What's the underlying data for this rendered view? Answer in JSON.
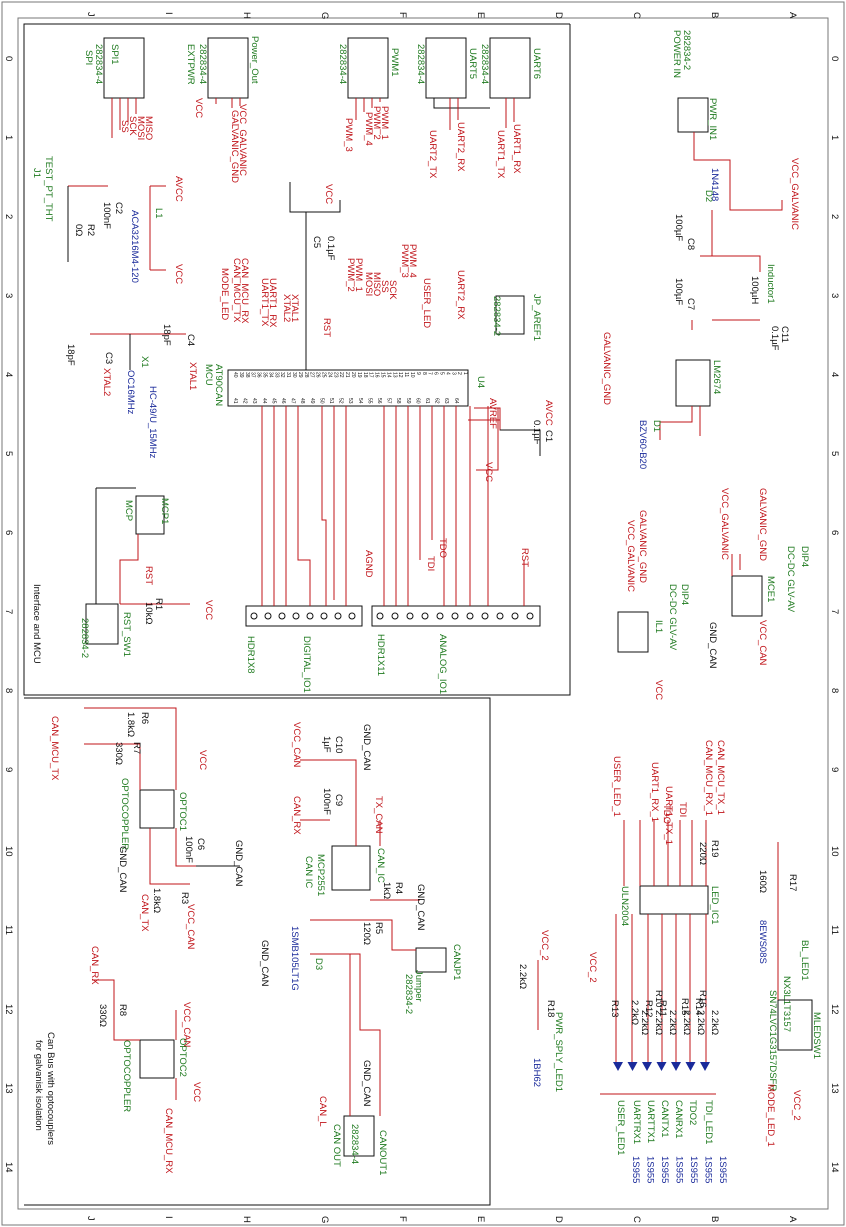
{
  "grid": {
    "cols": [
      "J",
      "I",
      "H",
      "G",
      "F",
      "E",
      "D",
      "C",
      "B",
      "A"
    ],
    "rows": [
      "0",
      "1",
      "2",
      "3",
      "4",
      "5",
      "6",
      "7",
      "8",
      "9",
      "10",
      "11",
      "12",
      "13",
      "14"
    ]
  },
  "sections": {
    "mcu": "Interface and MCU",
    "can_line1": "Can Bus with optocouplers",
    "can_line2": "for galvanisk isolation"
  },
  "labels": [
    {
      "id": "spi1",
      "text": "SPI1",
      "c": "grn"
    },
    {
      "id": "spi1p",
      "text": "282834-4",
      "c": "grn"
    },
    {
      "id": "spi1t",
      "text": "SPI",
      "c": "grn"
    },
    {
      "id": "miso",
      "text": "MISO",
      "c": "red"
    },
    {
      "id": "mosi",
      "text": "MOSI",
      "c": "red"
    },
    {
      "id": "sck",
      "text": "SCK",
      "c": "red"
    },
    {
      "id": "ss",
      "text": "SS",
      "c": "red"
    },
    {
      "id": "pout",
      "text": "Power_Out",
      "c": "grn"
    },
    {
      "id": "extp",
      "text": "282834-4",
      "c": "grn"
    },
    {
      "id": "extpw",
      "text": "EXTPWR",
      "c": "grn"
    },
    {
      "id": "vccx",
      "text": "VCC",
      "c": "red"
    },
    {
      "id": "vccg",
      "text": "VCC_GALVANIC",
      "c": "red"
    },
    {
      "id": "gndg",
      "text": "GALVANIC_GND",
      "c": "red"
    },
    {
      "id": "pwm1",
      "text": "PWM1",
      "c": "grn"
    },
    {
      "id": "pwmp",
      "text": "282834-4",
      "c": "grn"
    },
    {
      "id": "p1",
      "text": "PWM_1",
      "c": "red"
    },
    {
      "id": "p2",
      "text": "PWM_2",
      "c": "red"
    },
    {
      "id": "p4",
      "text": "PWM_4",
      "c": "red"
    },
    {
      "id": "p3",
      "text": "PWM_3",
      "c": "red"
    },
    {
      "id": "u5",
      "text": "UART5",
      "c": "grn"
    },
    {
      "id": "u5p",
      "text": "282834-4",
      "c": "grn"
    },
    {
      "id": "u2rx",
      "text": "UART2_RX",
      "c": "red"
    },
    {
      "id": "u2tx",
      "text": "UART2_TX",
      "c": "red"
    },
    {
      "id": "u6",
      "text": "UART6",
      "c": "grn"
    },
    {
      "id": "u6p",
      "text": "282834-4",
      "c": "grn"
    },
    {
      "id": "u1rx",
      "text": "UART1_RX",
      "c": "red"
    },
    {
      "id": "u1tx",
      "text": "UART1_TX",
      "c": "red"
    },
    {
      "id": "pin",
      "text": "282834-2",
      "c": "grn"
    },
    {
      "id": "pin2",
      "text": "POWER IN",
      "c": "grn"
    },
    {
      "id": "pwr1",
      "text": "PWR_IN1",
      "c": "grn"
    },
    {
      "id": "d2",
      "text": "D2",
      "c": "grn"
    },
    {
      "id": "d2v",
      "text": "1N4148",
      "c": "blu"
    },
    {
      "id": "c8",
      "text": "C8",
      "c": "blk"
    },
    {
      "id": "c8v",
      "text": "100µF",
      "c": "blk"
    },
    {
      "id": "c7",
      "text": "C7",
      "c": "blk"
    },
    {
      "id": "c7v",
      "text": "100µF",
      "c": "blk"
    },
    {
      "id": "ind",
      "text": "Inductor1",
      "c": "grn"
    },
    {
      "id": "indv",
      "text": "100µH",
      "c": "blk"
    },
    {
      "id": "c11",
      "text": "C11",
      "c": "blk"
    },
    {
      "id": "c11v",
      "text": "0.1µF",
      "c": "blk"
    },
    {
      "id": "vg2",
      "text": "VCC_GALVANIC",
      "c": "red"
    },
    {
      "id": "ggnd",
      "text": "GALVANIC_GND",
      "c": "red"
    },
    {
      "id": "lm",
      "text": "LM2674",
      "c": "grn"
    },
    {
      "id": "d1",
      "text": "D1",
      "c": "grn"
    },
    {
      "id": "d1v",
      "text": "BZV60-B20",
      "c": "blu"
    },
    {
      "id": "j1",
      "text": "J1",
      "c": "grn"
    },
    {
      "id": "tp",
      "text": "TEST_PT_THT",
      "c": "grn"
    },
    {
      "id": "c2",
      "text": "C2",
      "c": "blk"
    },
    {
      "id": "c2v",
      "text": "100nF",
      "c": "blk"
    },
    {
      "id": "avcc",
      "text": "AVCC",
      "c": "red"
    },
    {
      "id": "r2",
      "text": "R2",
      "c": "blk"
    },
    {
      "id": "r2v",
      "text": "0Ω",
      "c": "blk"
    },
    {
      "id": "l1",
      "text": "L1",
      "c": "grn"
    },
    {
      "id": "l1v",
      "text": "ACA3216M4-120",
      "c": "blu"
    },
    {
      "id": "vcc2",
      "text": "VCC",
      "c": "red"
    },
    {
      "id": "c5",
      "text": "C5",
      "c": "blk"
    },
    {
      "id": "c5v",
      "text": "0.1µF",
      "c": "blk"
    },
    {
      "id": "vcc3",
      "text": "VCC",
      "c": "red"
    },
    {
      "id": "c3",
      "text": "C3",
      "c": "blk"
    },
    {
      "id": "c3v",
      "text": "18pF",
      "c": "blk"
    },
    {
      "id": "x1",
      "text": "X1",
      "c": "grn"
    },
    {
      "id": "x1v",
      "text": "HC-49/U_15MHz",
      "c": "blu"
    },
    {
      "id": "x1o",
      "text": "OC16MHz",
      "c": "blu"
    },
    {
      "id": "c4",
      "text": "C4",
      "c": "blk"
    },
    {
      "id": "c4v",
      "text": "18pF",
      "c": "blk"
    },
    {
      "id": "xt1",
      "text": "XTAL1",
      "c": "red"
    },
    {
      "id": "xt2",
      "text": "XTAL2",
      "c": "red"
    },
    {
      "id": "mled",
      "text": "MODE_LED",
      "c": "red"
    },
    {
      "id": "cmt",
      "text": "CAN_MCU_TX",
      "c": "red"
    },
    {
      "id": "cmr",
      "text": "CAN_MCU_RX",
      "c": "red"
    },
    {
      "id": "u1r",
      "text": "UART1_RX",
      "c": "red"
    },
    {
      "id": "u1t",
      "text": "UART1_TX",
      "c": "red"
    },
    {
      "id": "x2",
      "text": "XTAL2",
      "c": "red"
    },
    {
      "id": "x1b",
      "text": "XTAL1",
      "c": "red"
    },
    {
      "id": "rst",
      "text": "RST",
      "c": "red"
    },
    {
      "id": "pw1",
      "text": "PWM_1",
      "c": "red"
    },
    {
      "id": "pw2",
      "text": "PWM_2",
      "c": "red"
    },
    {
      "id": "mosi2",
      "text": "MOSI",
      "c": "red"
    },
    {
      "id": "miso2",
      "text": "MISO",
      "c": "red"
    },
    {
      "id": "ss2",
      "text": "SS",
      "c": "red"
    },
    {
      "id": "sck2",
      "text": "SCK",
      "c": "red"
    },
    {
      "id": "pw3",
      "text": "PWM_3",
      "c": "red"
    },
    {
      "id": "pw4",
      "text": "PWM_4",
      "c": "red"
    },
    {
      "id": "uled",
      "text": "USER_LED",
      "c": "red"
    },
    {
      "id": "u2r",
      "text": "UART2_RX",
      "c": "red"
    },
    {
      "id": "mcu",
      "text": "AT90CAN",
      "c": "grn"
    },
    {
      "id": "mcu2",
      "text": "MCU",
      "c": "grn"
    },
    {
      "id": "u4",
      "text": "U4",
      "c": "grn"
    },
    {
      "id": "jpa",
      "text": "JP_AREF1",
      "c": "grn"
    },
    {
      "id": "jpap",
      "text": "282834-2",
      "c": "grn"
    },
    {
      "id": "aref",
      "text": "AVREF",
      "c": "red"
    },
    {
      "id": "avcc2",
      "text": "AVCC",
      "c": "red"
    },
    {
      "id": "c1",
      "text": "C1",
      "c": "blk"
    },
    {
      "id": "c1v",
      "text": "0.1µF",
      "c": "blk"
    },
    {
      "id": "vcc4",
      "text": "VCC",
      "c": "red"
    },
    {
      "id": "mcp",
      "text": "MCP1",
      "c": "grn"
    },
    {
      "id": "mcpt",
      "text": "MCP",
      "c": "grn"
    },
    {
      "id": "rst2",
      "text": "RST",
      "c": "red"
    },
    {
      "id": "r1",
      "text": "R1",
      "c": "blk"
    },
    {
      "id": "r1v",
      "text": "10kΩ",
      "c": "blk"
    },
    {
      "id": "vcc5",
      "text": "VCC",
      "c": "red"
    },
    {
      "id": "rsw",
      "text": "RST_SW1",
      "c": "grn"
    },
    {
      "id": "rswp",
      "text": "282834-2",
      "c": "grn"
    },
    {
      "id": "tdo",
      "text": "TDO",
      "c": "red"
    },
    {
      "id": "tdi",
      "text": "TDI",
      "c": "red"
    },
    {
      "id": "agnd",
      "text": "AGND",
      "c": "red"
    },
    {
      "id": "rst3",
      "text": "RST",
      "c": "red"
    },
    {
      "id": "dig",
      "text": "DIGITAL_IO1",
      "c": "grn"
    },
    {
      "id": "digh",
      "text": "HDR1X8",
      "c": "grn"
    },
    {
      "id": "ana",
      "text": "ANALOG_IO1",
      "c": "grn"
    },
    {
      "id": "anah",
      "text": "HDR1X11",
      "c": "grn"
    },
    {
      "id": "dip4",
      "text": "DIP4",
      "c": "grn"
    },
    {
      "id": "dcdc",
      "text": "DC-DC GLV-AV",
      "c": "grn"
    },
    {
      "id": "mce",
      "text": "MCE1",
      "c": "grn"
    },
    {
      "id": "vgal",
      "text": "VCC_GALVANIC",
      "c": "red"
    },
    {
      "id": "ggnd2",
      "text": "GALVANIC_GND",
      "c": "red"
    },
    {
      "id": "gcan",
      "text": "GND_CAN",
      "c": "blk"
    },
    {
      "id": "vcan",
      "text": "VCC_CAN",
      "c": "red"
    },
    {
      "id": "dip4b",
      "text": "DIP4",
      "c": "grn"
    },
    {
      "id": "dcdcb",
      "text": "DC-DC GLV-AV",
      "c": "grn"
    },
    {
      "id": "il1",
      "text": "IL1",
      "c": "grn"
    },
    {
      "id": "ggnd3",
      "text": "GALVANIC_GND",
      "c": "red"
    },
    {
      "id": "vgal3",
      "text": "VCC_GALVANIC",
      "c": "red"
    },
    {
      "id": "vcc6",
      "text": "VCC",
      "c": "red"
    },
    {
      "id": "r6",
      "text": "R6",
      "c": "blk"
    },
    {
      "id": "r6v",
      "text": "1.8kΩ",
      "c": "blk"
    },
    {
      "id": "r7",
      "text": "R7",
      "c": "blk"
    },
    {
      "id": "r7v",
      "text": "330Ω",
      "c": "blk"
    },
    {
      "id": "cmtx",
      "text": "CAN_MCU_TX",
      "c": "red"
    },
    {
      "id": "vcc7",
      "text": "VCC",
      "c": "red"
    },
    {
      "id": "opt1",
      "text": "OPTOC1",
      "c": "grn"
    },
    {
      "id": "optc",
      "text": "OPTOCOPPLER",
      "c": "grn"
    },
    {
      "id": "c6",
      "text": "C6",
      "c": "blk"
    },
    {
      "id": "c6v",
      "text": "100nF",
      "c": "blk"
    },
    {
      "id": "gcan2",
      "text": "GND_CAN",
      "c": "blk"
    },
    {
      "id": "gcan3",
      "text": "GND_CAN",
      "c": "blk"
    },
    {
      "id": "r3",
      "text": "R3",
      "c": "blk"
    },
    {
      "id": "r3v",
      "text": "1.8kΩ",
      "c": "blk"
    },
    {
      "id": "cantx",
      "text": "CAN_TX",
      "c": "red"
    },
    {
      "id": "vcan2",
      "text": "VCC_CAN",
      "c": "red"
    },
    {
      "id": "vcan3",
      "text": "VCC_CAN",
      "c": "red"
    },
    {
      "id": "c10",
      "text": "C10",
      "c": "blk"
    },
    {
      "id": "c10v",
      "text": "1µF",
      "c": "blk"
    },
    {
      "id": "gcan4",
      "text": "GND_CAN",
      "c": "blk"
    },
    {
      "id": "c9",
      "text": "C9",
      "c": "blk"
    },
    {
      "id": "c9v",
      "text": "100nF",
      "c": "blk"
    },
    {
      "id": "canrx",
      "text": "CAN_RX",
      "c": "red"
    },
    {
      "id": "txcan",
      "text": "TX_CAN",
      "c": "red"
    },
    {
      "id": "mcp2",
      "text": "MCP2551",
      "c": "grn"
    },
    {
      "id": "canic",
      "text": "CAN IC",
      "c": "grn"
    },
    {
      "id": "canic1",
      "text": "CAN_IC",
      "c": "grn"
    },
    {
      "id": "r4",
      "text": "R4",
      "c": "blk"
    },
    {
      "id": "r4v",
      "text": "1kΩ",
      "c": "blk"
    },
    {
      "id": "gcan5",
      "text": "GND_CAN",
      "c": "blk"
    },
    {
      "id": "r5",
      "text": "R5",
      "c": "blk"
    },
    {
      "id": "r5v",
      "text": "120Ω",
      "c": "blk"
    },
    {
      "id": "d3",
      "text": "D3",
      "c": "grn"
    },
    {
      "id": "d3v",
      "text": "1SMB105LT1G",
      "c": "blu"
    },
    {
      "id": "gcan6",
      "text": "GND_CAN",
      "c": "blk"
    },
    {
      "id": "canjp",
      "text": "CANJP1",
      "c": "grn"
    },
    {
      "id": "canjpp",
      "text": "282834-2",
      "c": "grn"
    },
    {
      "id": "jump",
      "text": "Jumper",
      "c": "grn"
    },
    {
      "id": "canrx2",
      "text": "CAN_RX",
      "c": "red"
    },
    {
      "id": "r8",
      "text": "R8",
      "c": "blk"
    },
    {
      "id": "r8v",
      "text": "330Ω",
      "c": "blk"
    },
    {
      "id": "vcan4",
      "text": "VCC_CAN",
      "c": "red"
    },
    {
      "id": "opt2",
      "text": "OPTOC2",
      "c": "grn"
    },
    {
      "id": "optc2",
      "text": "OPTOCOPPLER",
      "c": "grn"
    },
    {
      "id": "vcc8",
      "text": "VCC",
      "c": "red"
    },
    {
      "id": "cmrx",
      "text": "CAN_MCU_RX",
      "c": "red"
    },
    {
      "id": "gcan7",
      "text": "GND_CAN",
      "c": "blk"
    },
    {
      "id": "canl",
      "text": "CAN_L",
      "c": "red"
    },
    {
      "id": "canout",
      "text": "CANOUT1",
      "c": "grn"
    },
    {
      "id": "canoutp",
      "text": "282834-4",
      "c": "grn"
    },
    {
      "id": "canout2",
      "text": "CAN OUT",
      "c": "grn"
    },
    {
      "id": "vc2",
      "text": "VCC_2",
      "c": "red"
    },
    {
      "id": "r18",
      "text": "R18",
      "c": "blk"
    },
    {
      "id": "r18v",
      "text": "2.2kΩ",
      "c": "blk"
    },
    {
      "id": "psl",
      "text": "PWR_SPLY_LED1",
      "c": "grn"
    },
    {
      "id": "psv",
      "text": "1BH62",
      "c": "blu"
    },
    {
      "id": "vc2b",
      "text": "VCC_2",
      "c": "red"
    },
    {
      "id": "ul",
      "text": "ULN2004",
      "c": "grn"
    },
    {
      "id": "ledic",
      "text": "LED_IC1",
      "c": "grn"
    },
    {
      "id": "ul1",
      "text": "USER_LED_1",
      "c": "red"
    },
    {
      "id": "u1rx1",
      "text": "UART1_RX_1",
      "c": "red"
    },
    {
      "id": "u1tx1",
      "text": "UART1_TX_1",
      "c": "red"
    },
    {
      "id": "tdi2",
      "text": "TDI",
      "c": "red"
    },
    {
      "id": "tdo2",
      "text": "TDO",
      "c": "red"
    },
    {
      "id": "cmrx1",
      "text": "CAN_MCU_RX_1",
      "c": "red"
    },
    {
      "id": "cmtx1",
      "text": "CAN_MCU_TX_1",
      "c": "red"
    },
    {
      "id": "r19",
      "text": "R19",
      "c": "blk"
    },
    {
      "id": "r19v",
      "text": "220Ω",
      "c": "blk"
    },
    {
      "id": "r13",
      "text": "R13",
      "c": "blk"
    },
    {
      "id": "r13v",
      "text": "2.2kΩ",
      "c": "blk"
    },
    {
      "id": "r12",
      "text": "R12",
      "c": "blk"
    },
    {
      "id": "r12v",
      "text": "2.2kΩ",
      "c": "blk"
    },
    {
      "id": "r11",
      "text": "R11",
      "c": "blk"
    },
    {
      "id": "r11v",
      "text": "2.2kΩ",
      "c": "blk"
    },
    {
      "id": "r10",
      "text": "R10",
      "c": "blk"
    },
    {
      "id": "r10v",
      "text": "2.2kΩ",
      "c": "blk"
    },
    {
      "id": "r15",
      "text": "R15",
      "c": "blk"
    },
    {
      "id": "r15v",
      "text": "2.2kΩ",
      "c": "blk"
    },
    {
      "id": "r14",
      "text": "R14",
      "c": "blk"
    },
    {
      "id": "r14v",
      "text": "2.2kΩ",
      "c": "blk"
    },
    {
      "id": "r16",
      "text": "R16",
      "c": "blk"
    },
    {
      "id": "r16v",
      "text": "2.2kΩ",
      "c": "blk"
    },
    {
      "id": "led1",
      "text": "USER_LED1",
      "c": "grn"
    },
    {
      "id": "led2",
      "text": "UARTRX1",
      "c": "grn"
    },
    {
      "id": "led3",
      "text": "UARTTX1",
      "c": "grn"
    },
    {
      "id": "led4",
      "text": "CANTX1",
      "c": "grn"
    },
    {
      "id": "led5",
      "text": "CANRX1",
      "c": "grn"
    },
    {
      "id": "led6",
      "text": "TDO2",
      "c": "grn"
    },
    {
      "id": "led7",
      "text": "TDI_LED1",
      "c": "grn"
    },
    {
      "id": "lv",
      "text": "1S955",
      "c": "blu"
    },
    {
      "id": "r17",
      "text": "R17",
      "c": "blk"
    },
    {
      "id": "r17v",
      "text": "160Ω",
      "c": "blk"
    },
    {
      "id": "bl",
      "text": "BL_LED1",
      "c": "grn"
    },
    {
      "id": "blv",
      "text": "8EWS08S",
      "c": "blu"
    },
    {
      "id": "mlsw",
      "text": "MLEDSW1",
      "c": "grn"
    },
    {
      "id": "sn",
      "text": "SN74LVC1G3157DSFR",
      "c": "grn"
    },
    {
      "id": "nx",
      "text": "NX3L1T3157",
      "c": "grn"
    },
    {
      "id": "vc2c",
      "text": "VCC_2",
      "c": "red"
    },
    {
      "id": "modeled",
      "text": "MODE_LED_1",
      "c": "red"
    }
  ],
  "mcu_pins_top": [
    "40",
    "39",
    "38",
    "37",
    "36",
    "35",
    "34",
    "33",
    "32",
    "31",
    "30",
    "29",
    "28",
    "27",
    "26",
    "25",
    "24",
    "23",
    "22",
    "21",
    "20",
    "19",
    "18",
    "17",
    "16",
    "15",
    "14",
    "13",
    "12",
    "11",
    "10",
    "9",
    "8",
    "7",
    "6",
    "5",
    "4",
    "3",
    "2",
    "1"
  ],
  "mcu_pins_bot": [
    "41",
    "42",
    "43",
    "44",
    "45",
    "46",
    "47",
    "48",
    "49",
    "50",
    "51",
    "52",
    "53",
    "54",
    "55",
    "56",
    "57",
    "58",
    "59",
    "60",
    "61",
    "62",
    "63",
    "64"
  ]
}
